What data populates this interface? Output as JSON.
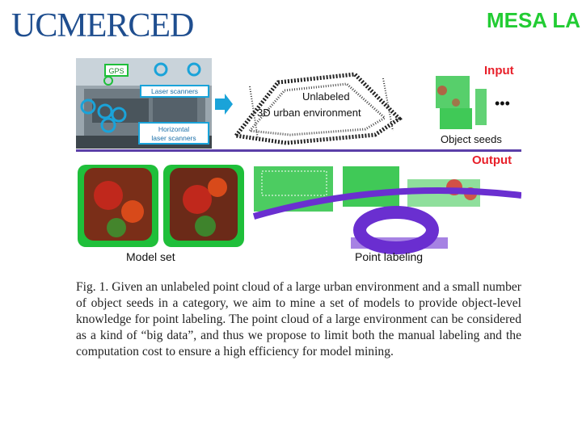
{
  "header": {
    "logo_text": "UCMERCED",
    "lab_title": "MESA LA"
  },
  "figure": {
    "input_label": "Input",
    "output_label": "Output",
    "gps_label": "GPS",
    "laser_label": "Laser scanners",
    "horizontal_label_line1": "Horizontal",
    "horizontal_label_line2": "laser scanners",
    "unlabeled_line1": "Unlabeled",
    "unlabeled_line2": "3D urban environment",
    "ellipsis": "•••",
    "object_seeds_label": "Object seeds",
    "model_set_label": "Model set",
    "point_labeling_label": "Point labeling",
    "colors": {
      "accent_red": "#e8202a",
      "divider_purple": "#5b3fa8",
      "laser_blue": "#1aa3d9",
      "seed_green": "#1fbf3a",
      "label_purple": "#6a2fd0"
    }
  },
  "caption": {
    "fig_number": "Fig. 1.",
    "text": "Given an unlabeled point cloud of a large urban environment and a small number of object seeds in a category, we aim to mine a set of models to provide object-level knowledge for point labeling. The point cloud of a large environment can be considered as a kind of “big data”, and thus we propose to limit both the manual labeling and the computation cost to ensure a high efficiency for model mining."
  }
}
